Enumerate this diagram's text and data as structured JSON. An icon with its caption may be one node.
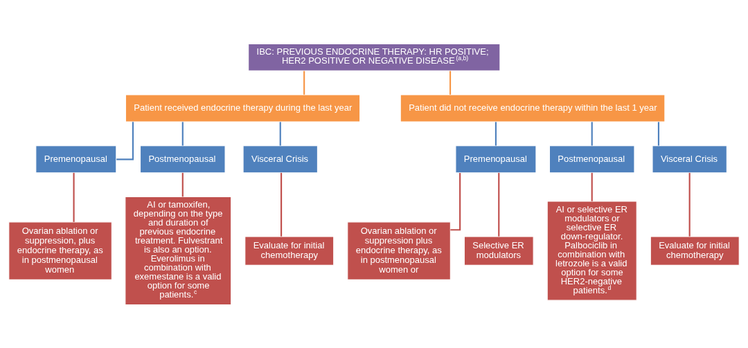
{
  "diagram": {
    "nodes": [
      {
        "text": [
          "IBC: PREVIOUS ENDOCRINE THERAPY: HR POSITIVE; HER2 POSITIVE OR NEGATIVE DISEASE$^{(a,b)}$"
        ]
      },
      {
        "text": [
          "Patient received endocrine therapy during the last year"
        ]
      },
      {
        "text": [
          "Patient did not receive endocrine therapy within the last 1 year"
        ]
      },
      {
        "text": [
          "Premenopausal"
        ]
      },
      {
        "text": [
          "Postmenopausal"
        ]
      },
      {
        "text": [
          "Visceral Crisis"
        ]
      },
      {
        "text": [
          "Premenopausal"
        ]
      },
      {
        "text": [
          "Postmenopausal"
        ]
      },
      {
        "text": [
          "Visceral Crisis"
        ]
      },
      {
        "text": [
          "Ovarian ablation or suppression, plus endocrine therapy, as in postmenopausal women"
        ]
      },
      {
        "text": [
          "AI or tamoxifen, depending on the type and duration of previous endocrine treatment. Fulvestrant is also an option. Everolimus in combination with exemestane is a valid option for some patients.$^{c}$"
        ]
      },
      {
        "text": [
          "Evaluate for initial chemotherapy"
        ]
      },
      {
        "text": [
          "Ovarian ablation or suppression plus endocrine therapy, as in postmenopausal women or"
        ]
      },
      {
        "text": [
          "Selective ER modulators"
        ]
      },
      {
        "text": [
          "AI or selective ER modulators or selective ER down-regulator. Palbociclib in combination with letrozole is a valid option for some HER2-negative patients.$^{d}$"
        ]
      },
      {
        "text": [
          "Evaluate for initial chemotherapy"
        ]
      }
    ],
    "edges": [
      {
        "from": 0,
        "to": 1,
        "arrow": "none",
        "color": "#f79646"
      },
      {
        "from": 0,
        "to": 2,
        "arrow": "none",
        "color": "#f79646"
      },
      {
        "from": 1,
        "to": 3,
        "arrow": "none",
        "color": "#4f81bd"
      },
      {
        "from": 1,
        "to": 4,
        "arrow": "none",
        "color": "#4f81bd"
      },
      {
        "from": 1,
        "to": 5,
        "arrow": "none",
        "color": "#4f81bd"
      },
      {
        "from": 2,
        "to": 6,
        "arrow": "none",
        "color": "#4f81bd"
      },
      {
        "from": 2,
        "to": 7,
        "arrow": "none",
        "color": "#4f81bd"
      },
      {
        "from": 2,
        "to": 8,
        "arrow": "none",
        "color": "#4f81bd"
      },
      {
        "from": 3,
        "to": 9,
        "arrow": "none"
      },
      {
        "from": 4,
        "to": 10,
        "arrow": "none"
      },
      {
        "from": 5,
        "to": 11,
        "arrow": "none"
      },
      {
        "from": 6,
        "to": 12,
        "arrow": "none"
      },
      {
        "from": 6,
        "to": 13,
        "arrow": "none"
      },
      {
        "from": 7,
        "to": 14,
        "arrow": "none"
      },
      {
        "from": 8,
        "to": 15,
        "arrow": "none"
      }
    ]
  }
}
